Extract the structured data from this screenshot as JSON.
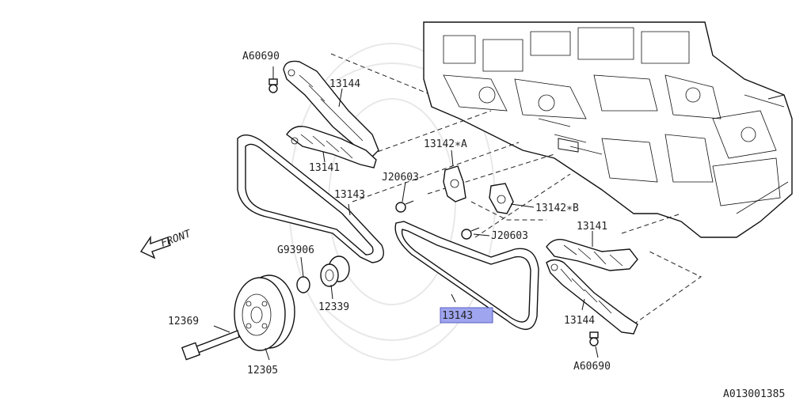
{
  "diagram_id": "A013001385",
  "front_label": "FRONT",
  "highlighted_part": "13143",
  "labels": {
    "a60690_top": "A60690",
    "p13144_top": "13144",
    "p13141_left": "13141",
    "p13143_left": "13143",
    "p13142_a": "13142∗A",
    "j20603_left": "J20603",
    "p13142_b": "13142∗B",
    "j20603_right": "J20603",
    "p13141_right": "13141",
    "g93906": "G93906",
    "p12339": "12339",
    "p12369": "12369",
    "p13143_main": "13143",
    "p13144_bottom": "13144",
    "p12305": "12305",
    "a60690_bottom": "A60690"
  }
}
